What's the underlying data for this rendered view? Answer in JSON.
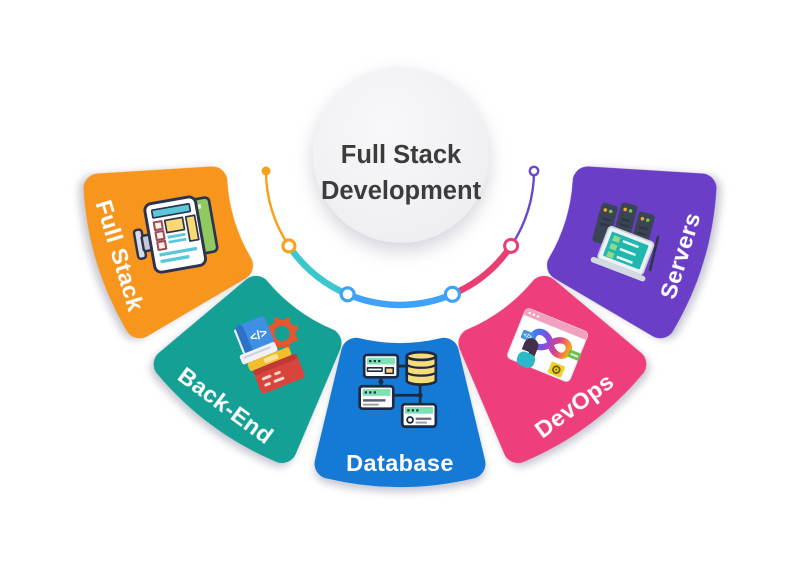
{
  "diagram": {
    "title": {
      "line1": "Full Stack",
      "line2": "Development"
    },
    "title_color": "#3C3C3C",
    "hub_fill": "#F1F1F3",
    "petals": [
      {
        "label": "Full Stack",
        "color": "#F8951D",
        "icon": "fullstack-device-icon"
      },
      {
        "label": "Back-End",
        "color": "#14A095",
        "icon": "backend-books-gear-icon",
        "code_glyph": "</>"
      },
      {
        "label": "Database",
        "color": "#157AD5",
        "icon": "database-network-icon"
      },
      {
        "label": "DevOps",
        "color": "#EE3F7C",
        "icon": "devops-infinity-icon",
        "code_glyph": "</>"
      },
      {
        "label": "Servers",
        "color": "#6A3EC6",
        "icon": "server-rack-icon"
      }
    ],
    "arc": {
      "segments": [
        {
          "name": "orange-thin",
          "color": "#F9A01B"
        },
        {
          "name": "teal",
          "color": "#3BC8CD"
        },
        {
          "name": "blue",
          "color": "#3FA2F5"
        },
        {
          "name": "pink",
          "color": "#EA3E73"
        },
        {
          "name": "purple-thin",
          "color": "#6A4AC9"
        }
      ],
      "nodes": [
        {
          "style": "solid",
          "color": "#F9A01B"
        },
        {
          "style": "ring",
          "color": "#F9A01B"
        },
        {
          "style": "ring",
          "color": "#3FA2F5"
        },
        {
          "style": "ring",
          "color": "#3FA2F5"
        },
        {
          "style": "ring",
          "color": "#EA3E73"
        },
        {
          "style": "ring",
          "color": "#6A4AC9"
        }
      ]
    }
  }
}
